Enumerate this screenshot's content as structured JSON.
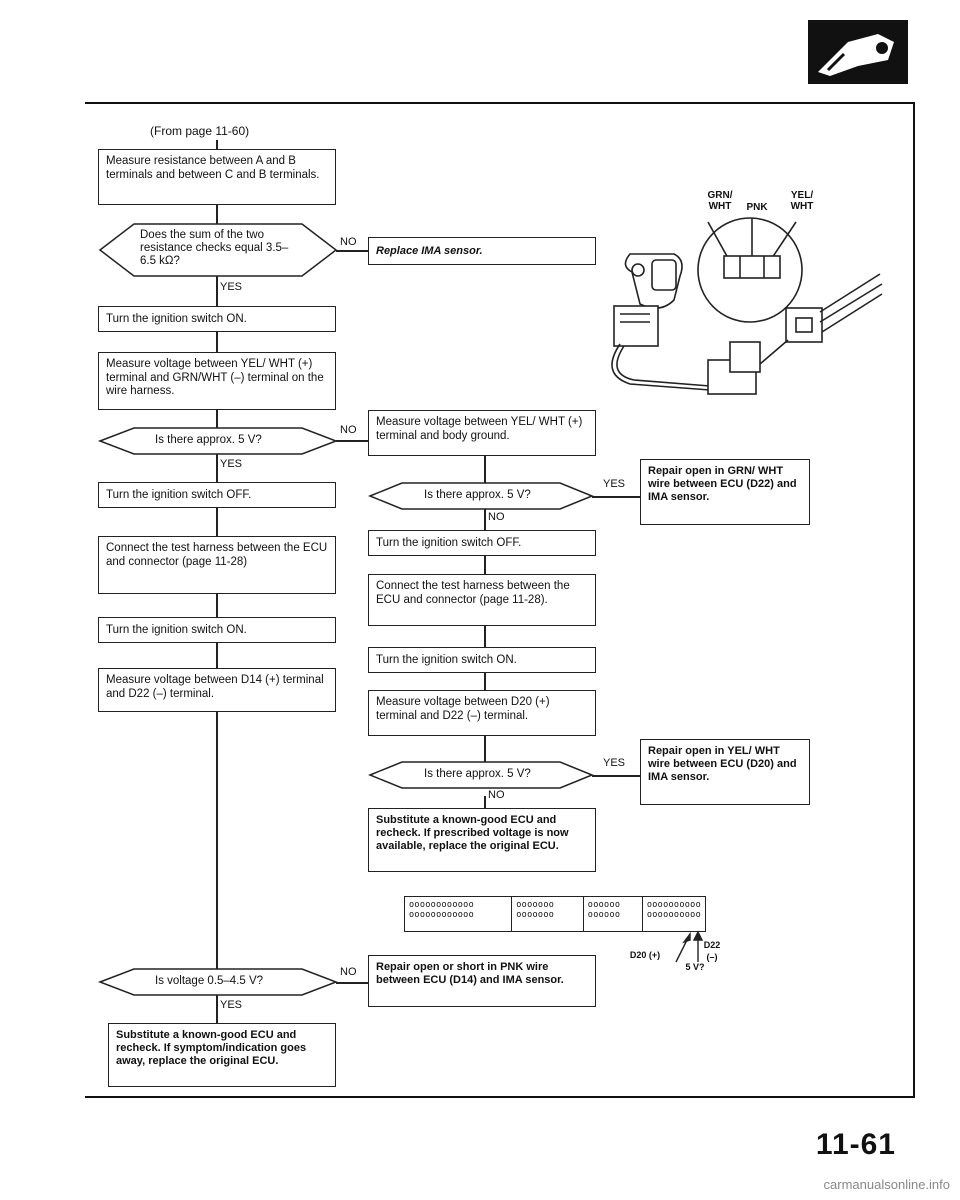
{
  "page": {
    "from_page": "(From page 11-60)",
    "page_number": "11-61",
    "watermark": "carmanualsonline.info"
  },
  "left_column": {
    "step1": "Measure resistance between A and B terminals and between C and B terminals.",
    "q1": "Does the sum of the two resistance checks equal 3.5–6.5 kΩ?",
    "q1_no": "NO",
    "q1_no_action": "Replace IMA sensor.",
    "q1_yes": "YES",
    "step2": "Turn the ignition switch ON.",
    "step3": "Measure voltage between YEL/ WHT (+) terminal and GRN/WHT (–) terminal on the wire harness.",
    "q2": "Is there approx. 5 V?",
    "q2_no": "NO",
    "q2_yes": "YES",
    "step4": "Turn the ignition switch OFF.",
    "step5": "Connect the test harness between the ECU and connector (page 11-28)",
    "step6": "Turn the ignition switch ON.",
    "step7": "Measure voltage between D14 (+) terminal and D22 (–) terminal.",
    "q3": "Is voltage 0.5–4.5 V?",
    "q3_no": "NO",
    "q3_yes": "YES",
    "final_left": "Substitute a known-good ECU and recheck. If symptom/indication goes away, replace the original ECU."
  },
  "middle_column": {
    "step1": "Measure voltage between YEL/ WHT (+) terminal and body ground.",
    "q1": "Is there approx. 5 V?",
    "q1_yes": "YES",
    "q1_no": "NO",
    "step2": "Turn the ignition switch OFF.",
    "step3": "Connect the test harness between the ECU and connector (page 11-28).",
    "step4": "Turn the ignition switch ON.",
    "step5": "Measure voltage between D20 (+) terminal and D22 (–) terminal.",
    "q2": "Is there approx. 5 V?",
    "q2_yes": "YES",
    "q2_no": "NO",
    "step6": "Substitute a known-good ECU and recheck. If prescribed voltage is now available, replace the original ECU.",
    "repair_pnk": "Repair open or short in PNK wire between ECU (D14) and IMA sensor."
  },
  "right_column": {
    "repair_grn": "Repair open in GRN/ WHT wire between ECU (D22) and IMA sensor.",
    "repair_yel": "Repair open in YEL/ WHT wire between ECU (D20) and IMA sensor."
  },
  "sensor_diagram": {
    "wire1": "GRN/ WHT",
    "wire2": "PNK",
    "wire3": "YEL/ WHT"
  },
  "connector_diagram": {
    "d20": "D20 (+)",
    "d22": "D22",
    "d22_sign": "(–)",
    "voltage": "5 V?",
    "row_a": [
      "oooooooooooo",
      "ooooooo",
      "oooooo",
      "oooooooooo"
    ],
    "row_b": [
      "oooooooooooo",
      "ooooooo",
      "oooooo",
      "oooooooooo"
    ]
  }
}
